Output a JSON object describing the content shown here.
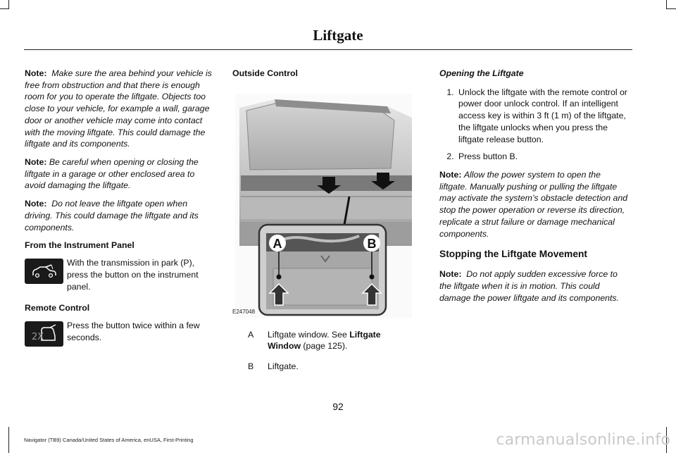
{
  "header": {
    "title": "Liftgate"
  },
  "col1": {
    "note1_label": "Note:",
    "note1_text": "Make sure the area behind your vehicle is free from obstruction and that there is enough room for you to operate the liftgate.  Objects too close to your vehicle, for example a wall, garage door or another vehicle may come into contact with the moving liftgate.  This could damage the liftgate and its components.",
    "note2_label": "Note:",
    "note2_text": "Be careful when opening or closing the liftgate in a garage or other enclosed area to avoid damaging the liftgate.",
    "note3_label": "Note:",
    "note3_text": "Do not leave the liftgate open when driving.  This could damage the liftgate and its components.",
    "instrument_heading": "From the Instrument Panel",
    "instrument_text": "With the transmission in park (P), press the button on the instrument panel.",
    "remote_heading": "Remote Control",
    "remote_text": "Press the button twice within a few seconds.",
    "remote_icon_label": "2X"
  },
  "col2": {
    "heading": "Outside Control",
    "figure_id": "E247048",
    "callout_a": "A",
    "callout_b": "B",
    "legend": [
      {
        "key": "A",
        "text_pre": "Liftgate window.  See ",
        "link": "Liftgate Window",
        "text_post": " (page 125)."
      },
      {
        "key": "B",
        "text": "Liftgate."
      }
    ]
  },
  "col3": {
    "opening_heading": "Opening the Liftgate",
    "steps": [
      "Unlock the liftgate with the remote control or power door unlock control.  If an intelligent access key is within 3 ft (1 m) of the liftgate, the liftgate unlocks when you press the liftgate release button.",
      "Press button B."
    ],
    "note_label": "Note:",
    "note_text": "Allow the power system to open the liftgate. Manually pushing or pulling the liftgate may activate the system’s obstacle detection and stop the power operation or reverse its direction, replicate a strut failure or damage mechanical components.",
    "stopping_heading": "Stopping the Liftgate Movement",
    "note2_label": "Note:",
    "note2_text": "Do not apply sudden excessive force to the liftgate when it is in motion.  This could damage the power liftgate and its components."
  },
  "footer": {
    "page_number": "92",
    "doc_info": "Navigator (TB9) Canada/United States of America, enUSA, First-Printing"
  },
  "watermark": "carmanualsonline.info"
}
